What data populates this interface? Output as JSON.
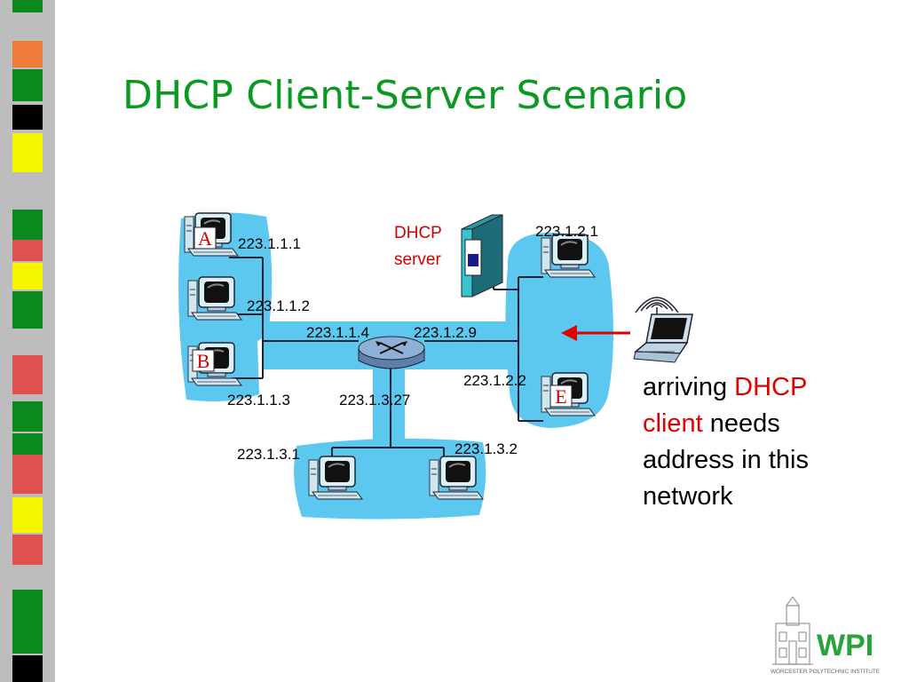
{
  "slide": {
    "title": "DHCP Client-Server Scenario"
  },
  "diagram": {
    "hosts": {
      "a": "A",
      "b": "B",
      "e": "E"
    },
    "server_label": [
      "DHCP",
      "server"
    ],
    "addresses": {
      "a": "223.1.1.1",
      "host_mid_left": "223.1.1.2",
      "b": "223.1.1.3",
      "router_left": "223.1.1.4",
      "router_right": "223.1.2.9",
      "router_bottom": "223.1.3.27",
      "host_top_right": "223.1.2.1",
      "e": "223.1.2.2",
      "host_bottom_left": "223.1.3.1",
      "host_bottom_right": "223.1.3.2"
    },
    "colors": {
      "subnet_fill": "#5cc8f0",
      "arrow": "#e00000",
      "accent_red": "#e00000",
      "title_green": "#0a9a22"
    }
  },
  "caption": {
    "part1": "arriving ",
    "part2_red": "DHCP client",
    "part3": " needs address in this network"
  },
  "logo": {
    "text": "WPI",
    "subtitle": "WORCESTER POLYTECHNIC INSTITUTE"
  }
}
